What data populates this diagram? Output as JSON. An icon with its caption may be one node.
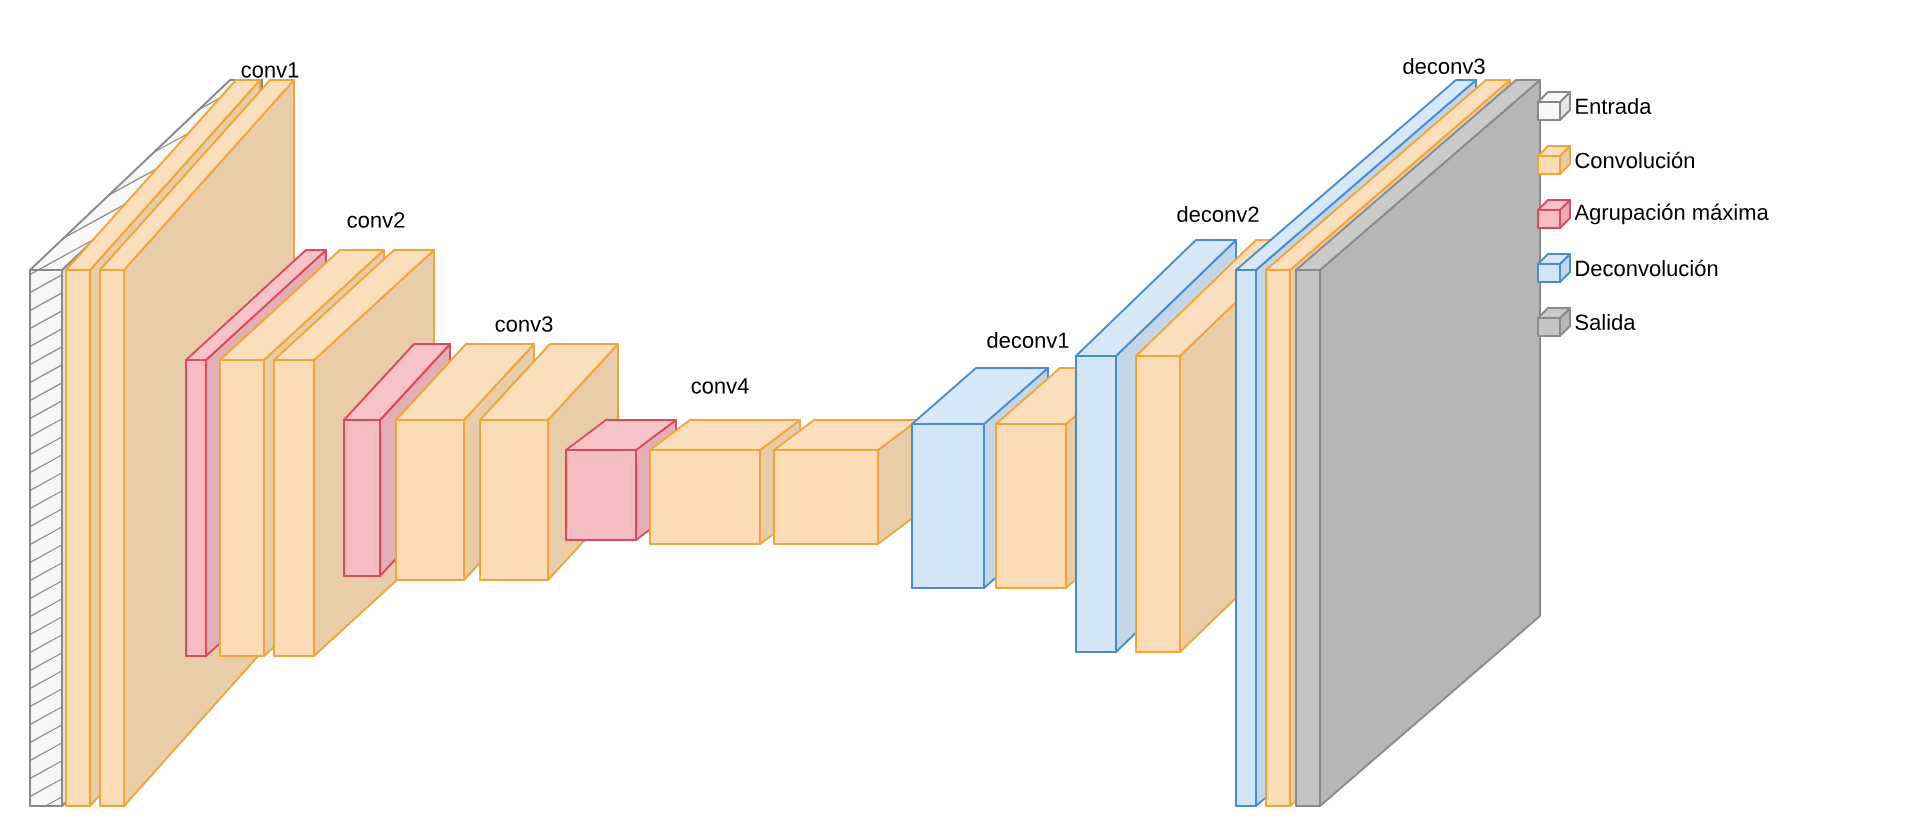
{
  "diagram": {
    "labels": [
      "conv1",
      "conv2",
      "conv3",
      "conv4",
      "deconv1",
      "deconv2",
      "deconv3"
    ],
    "legend": [
      {
        "text": "Entrada",
        "color": "#f7f7f7"
      },
      {
        "text": "Convolución",
        "color": "#fbdcb6"
      },
      {
        "text": "Agrupación máxima",
        "color": "#f5bcc2"
      },
      {
        "text": "Deconvolución",
        "color": "#d3e6f7"
      },
      {
        "text": "Salida",
        "color": "#c4c4c4"
      }
    ]
  }
}
